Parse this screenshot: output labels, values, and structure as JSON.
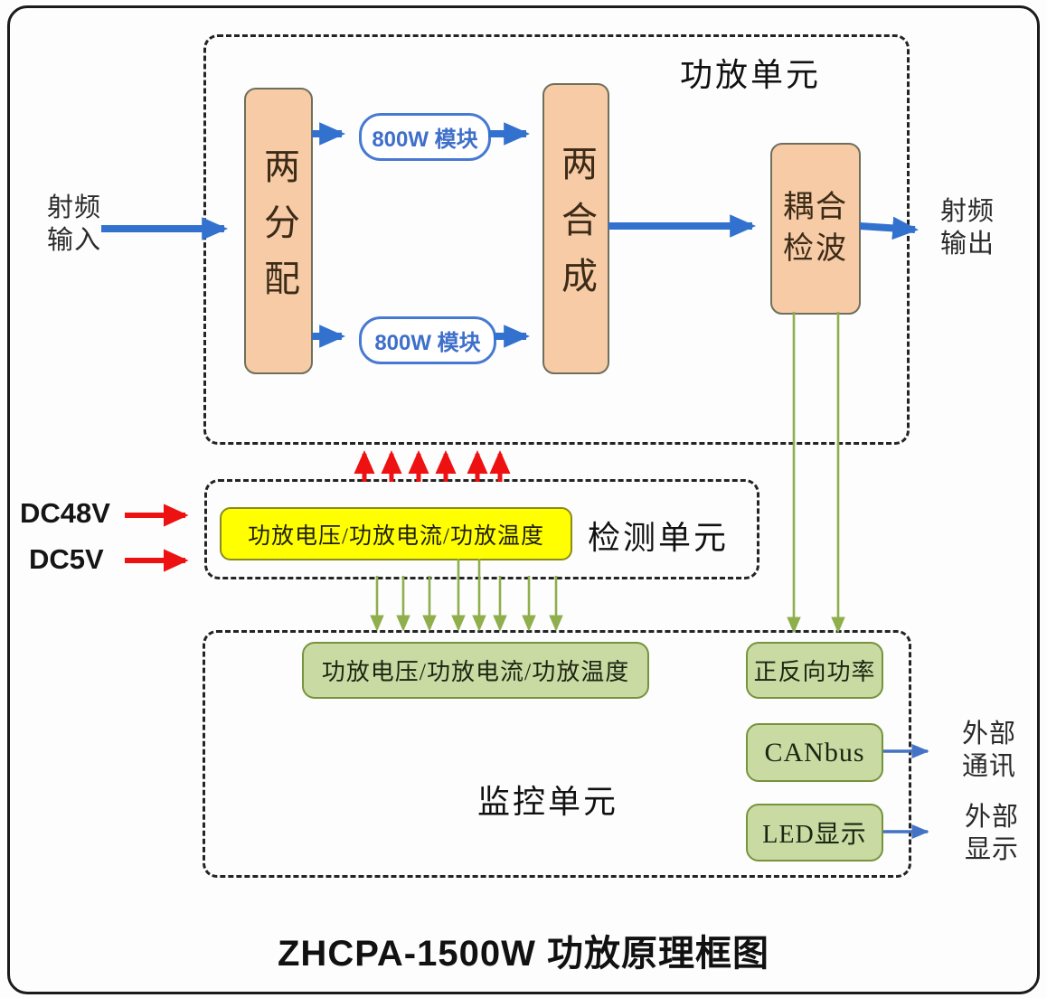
{
  "title": "ZHCPA-1500W  功放原理框图",
  "amplifier_unit": {
    "label": "功放单元",
    "splitter": "两分配",
    "module_top": "800W 模块",
    "module_bottom": "800W 模块",
    "combiner": "两合成",
    "coupler": "耦合\n检波"
  },
  "detection_unit": {
    "label": "检测单元",
    "signals": "功放电压/功放电流/功放温度"
  },
  "monitor_unit": {
    "label": "监控单元",
    "signals": "功放电压/功放电流/功放温度",
    "power": "正反向功率",
    "canbus": "CANbus",
    "led": "LED显示"
  },
  "io": {
    "rf_in": "射频\n输入",
    "rf_out": "射频\n输出",
    "dc48": "DC48V",
    "dc5": "DC5V",
    "ext_comm": "外部\n通讯",
    "ext_disp": "外部\n显示"
  },
  "colors": {
    "rf_arrow_blue": "#3272CE",
    "thin_arrow_blue": "#4472C4",
    "dc_arrow_red": "#EE1111",
    "sense_arrow_green": "#8FAE4C",
    "amp_block_fill": "#F6CBA6",
    "detect_fill": "#FFFF00",
    "monitor_fill": "#C9DBA3",
    "monitor_border": "#77933C"
  }
}
